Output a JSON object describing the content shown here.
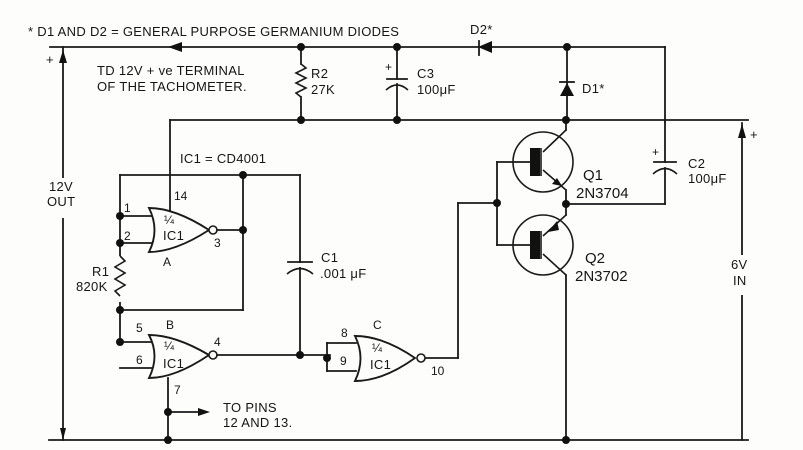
{
  "notes": {
    "diode_note": "* D1 AND D2 = GENERAL PURPOSE GERMANIUM DIODES",
    "tach_note_line1": "TD 12V + ve TERMINAL",
    "tach_note_line2": "OF THE TACHOMETER.",
    "ic_note": "IC1 = CD4001",
    "pins_note_line1": "TO PINS",
    "pins_note_line2": "12 AND 13."
  },
  "terminals": {
    "out_label_line1": "12V",
    "out_label_line2": "OUT",
    "out_polarity": "+",
    "in_label_line1": "6V",
    "in_label_line2": "IN",
    "in_polarity": "+"
  },
  "components": {
    "R1": {
      "name": "R1",
      "value": "820K"
    },
    "R2": {
      "name": "R2",
      "value": "27K"
    },
    "C1": {
      "name": "C1",
      "value": ".001 μF"
    },
    "C2": {
      "name": "C2",
      "value": "100μF",
      "polarity": "+"
    },
    "C3": {
      "name": "C3",
      "value": "100μF",
      "polarity": "+"
    },
    "D1": {
      "name": "D1*"
    },
    "D2": {
      "name": "D2*"
    },
    "Q1": {
      "name": "Q1",
      "part": "2N3704"
    },
    "Q2": {
      "name": "Q2",
      "part": "2N3702"
    }
  },
  "gates": {
    "A": {
      "label": "A",
      "fraction": "¼",
      "ic": "IC1",
      "pin_in1": "1",
      "pin_in2": "2",
      "pin_out": "3",
      "pin_vdd": "14"
    },
    "B": {
      "label": "B",
      "fraction": "¼",
      "ic": "IC1",
      "pin_in1": "5",
      "pin_in2": "6",
      "pin_out": "4",
      "pin_vss": "7"
    },
    "C": {
      "label": "C",
      "fraction": "¼",
      "ic": "IC1",
      "pin_in1": "8",
      "pin_in2": "9",
      "pin_out": "10"
    }
  }
}
